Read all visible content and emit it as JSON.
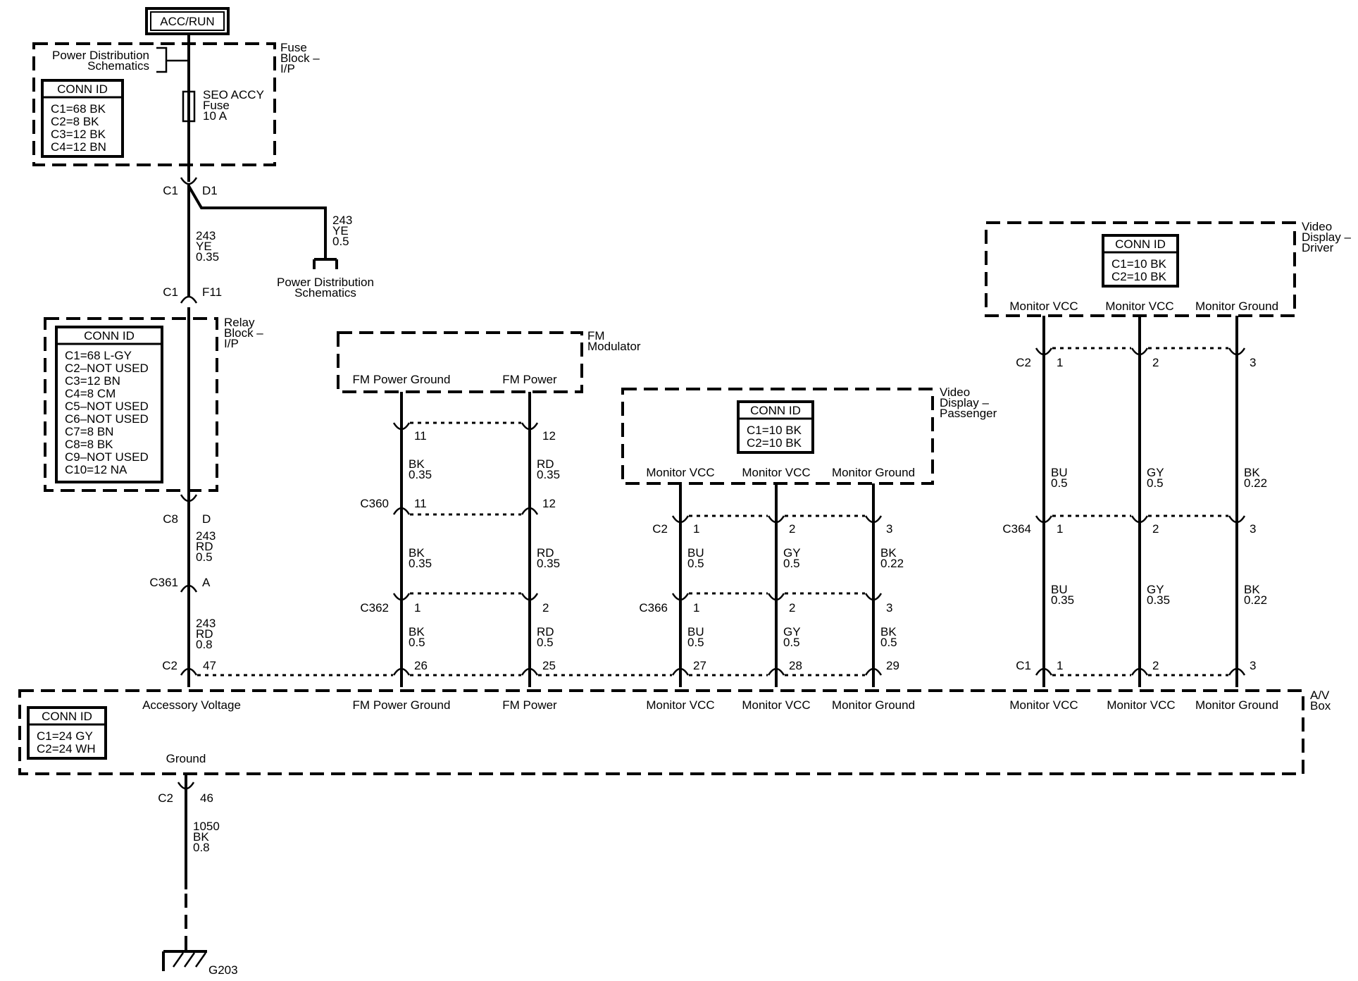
{
  "source": "ACC/RUN",
  "fuse_block": {
    "name": "Fuse\nBlock –\nI/P",
    "pds_label": "Power Distribution\nSchematics",
    "fuse_label": "SEO ACCY\nFuse\n10 A",
    "conn_id": {
      "title": "CONN ID",
      "lines": [
        "C1=68 BK",
        "C2=8 BK",
        "C3=12 BK",
        "C4=12 BN"
      ]
    }
  },
  "splice": {
    "conn": "C1",
    "pin": "D1",
    "branch_wire": "243\nYE\n0.5",
    "branch_label": "Power Distribution\nSchematics"
  },
  "wire1": "243\nYE\n0.35",
  "relay_conn": {
    "conn": "C1",
    "pin": "F11"
  },
  "relay_block": {
    "name": "Relay\nBlock –\nI/P",
    "conn_id": {
      "title": "CONN ID",
      "lines": [
        "C1=68 L-GY",
        "C2–NOT USED",
        "C3=12 BN",
        "C4=8 CM",
        "C5–NOT USED",
        "C6–NOT USED",
        "C7=8 BN",
        "C8=8 BK",
        "C9–NOT USED",
        "C10=12 NA"
      ]
    }
  },
  "c8": {
    "conn": "C8",
    "pin": "D"
  },
  "wire2": "243\nRD\n0.5",
  "c361": {
    "conn": "C361",
    "pin": "A"
  },
  "wire3": "243\nRD\n0.8",
  "fm_modulator": {
    "name": "FM\nModulator",
    "pins": [
      "FM Power Ground",
      "FM Power"
    ]
  },
  "fm": {
    "top_pins": [
      "11",
      "12"
    ],
    "wire_a": [
      "BK\n0.35",
      "RD\n0.35"
    ],
    "c360": "C360",
    "c360_pins": [
      "11",
      "12"
    ],
    "wire_b": [
      "BK\n0.35",
      "RD\n0.35"
    ],
    "c362": "C362",
    "c362_pins": [
      "1",
      "2"
    ],
    "wire_c": [
      "BK\n0.5",
      "RD\n0.5"
    ]
  },
  "vd_passenger": {
    "name": "Video\nDisplay –\nPassenger",
    "conn_id": {
      "title": "CONN ID",
      "lines": [
        "C1=10 BK",
        "C2=10 BK"
      ]
    },
    "pins": [
      "Monitor VCC",
      "Monitor VCC",
      "Monitor Ground"
    ],
    "c2": "C2",
    "c2_pins": [
      "1",
      "2",
      "3"
    ],
    "wire_a": [
      "BU\n0.5",
      "GY\n0.5",
      "BK\n0.22"
    ],
    "c366": "C366",
    "c366_pins": [
      "1",
      "2",
      "3"
    ],
    "wire_b": [
      "BU\n0.5",
      "GY\n0.5",
      "BK\n0.5"
    ]
  },
  "vd_driver": {
    "name": "Video\nDisplay –\nDriver",
    "conn_id": {
      "title": "CONN ID",
      "lines": [
        "C1=10 BK",
        "C2=10 BK"
      ]
    },
    "pins": [
      "Monitor VCC",
      "Monitor VCC",
      "Monitor Ground"
    ],
    "c2": "C2",
    "c2_pins": [
      "1",
      "2",
      "3"
    ],
    "wire_a": [
      "BU\n0.5",
      "GY\n0.5",
      "BK\n0.22"
    ],
    "c364": "C364",
    "c364_pins": [
      "1",
      "2",
      "3"
    ],
    "wire_b": [
      "BU\n0.35",
      "GY\n0.35",
      "BK\n0.22"
    ]
  },
  "av_box": {
    "name": "A/V\nBox",
    "conn_id": {
      "title": "CONN ID",
      "lines": [
        "C1=24 GY",
        "C2=24 WH"
      ]
    },
    "c2_left": "C2",
    "c2_left_pin": "47",
    "pins_c2": [
      "26",
      "25",
      "27",
      "28",
      "29"
    ],
    "c1": "C1",
    "pins_c1": [
      "1",
      "2",
      "3"
    ],
    "labels": [
      "Accessory Voltage",
      "FM Power Ground",
      "FM Power",
      "Monitor VCC",
      "Monitor VCC",
      "Monitor Ground",
      "Monitor VCC",
      "Monitor VCC",
      "Monitor Ground"
    ],
    "ground_label": "Ground",
    "gnd_conn": "C2",
    "gnd_pin": "46"
  },
  "gnd_wire": "1050\nBK\n0.8",
  "ground_point": "G203"
}
